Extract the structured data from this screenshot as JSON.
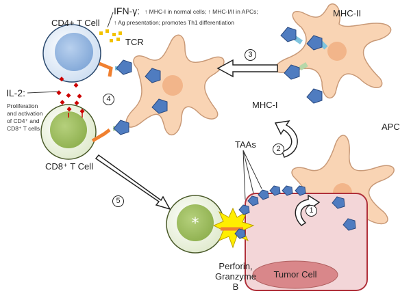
{
  "labels": {
    "cd4": "CD4+ T Cell",
    "ifn_title": "IFN-γ:",
    "ifn_line1": "↑ MHC-I in normal cells; ↑ MHC-I/II in APCs;",
    "ifn_line2": "↑ Ag presentation; promotes Th1 differentiation",
    "tcr": "TCR",
    "mhc2": "MHC-II",
    "mhc1": "MHC-I",
    "il2_title": "IL-2:",
    "il2_desc": [
      "Proliferation",
      "and activation",
      "of CD4⁺ and",
      "CD8⁺ T cells"
    ],
    "cd8": "CD8⁺ T Cell",
    "apc": "APC",
    "taas": "TAAs",
    "perforin": [
      "Perforin,",
      "Granzyme",
      "B"
    ],
    "tumor": "Tumor Cell"
  },
  "steps": [
    "1",
    "2",
    "3",
    "4",
    "5"
  ],
  "colors": {
    "apc_fill": "#f9d4b4",
    "apc_stroke": "#c99a78",
    "cd4_fill": "#bcd3ee",
    "cd8_fill": "#a5c46a",
    "tumor_fill": "#f3d6d8",
    "tumor_stroke": "#b0303a",
    "antigen": "#4f7cc0",
    "ifn": "#f2c200",
    "il2": "#cc0000"
  }
}
